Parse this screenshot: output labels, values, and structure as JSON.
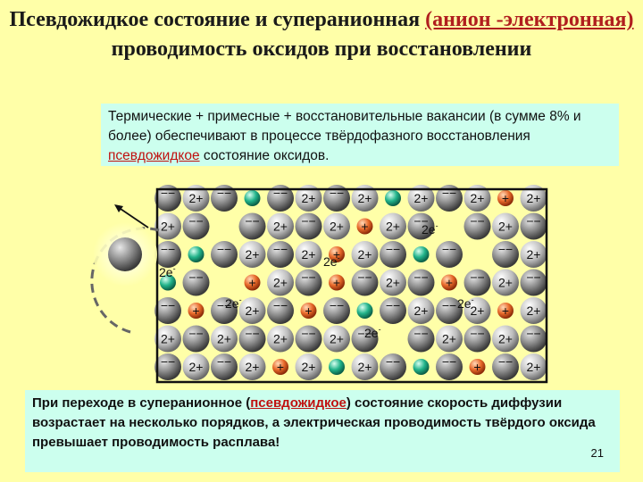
{
  "title": {
    "part1": "Псевдожидкое состояние и суперанионная ",
    "highlight": "(анион -электронная)",
    "part2": " проводимость оксидов при восстановлении"
  },
  "box_top": {
    "line1": "Термические + примесные + восстановительные вакансии (в сумме 8% и более)  обеспечивают в процессе твёрдофазного восстановления ",
    "highlight": "псевдожидкое",
    "line2": " состояние оксидов."
  },
  "box_bottom": {
    "part1": "При переходе в суперанионное (",
    "highlight": "псевдожидкое",
    "part2": ") состояние скорость диффузии возрастает на несколько порядков, а электрическая проводимость твёрдого оксида превышает проводимость расплава!",
    "page_number": "21"
  },
  "lattice": {
    "anion_label": "−−",
    "cation_label": "2+",
    "electron_label": "2e",
    "electron_sup": "-",
    "vacancy_label": "+",
    "colors": {
      "anion": "#8a8a8a",
      "cation": "#b8b8b8",
      "teal": "#22b38a",
      "vacancy": "#e85a20",
      "frame": "#111111"
    }
  }
}
